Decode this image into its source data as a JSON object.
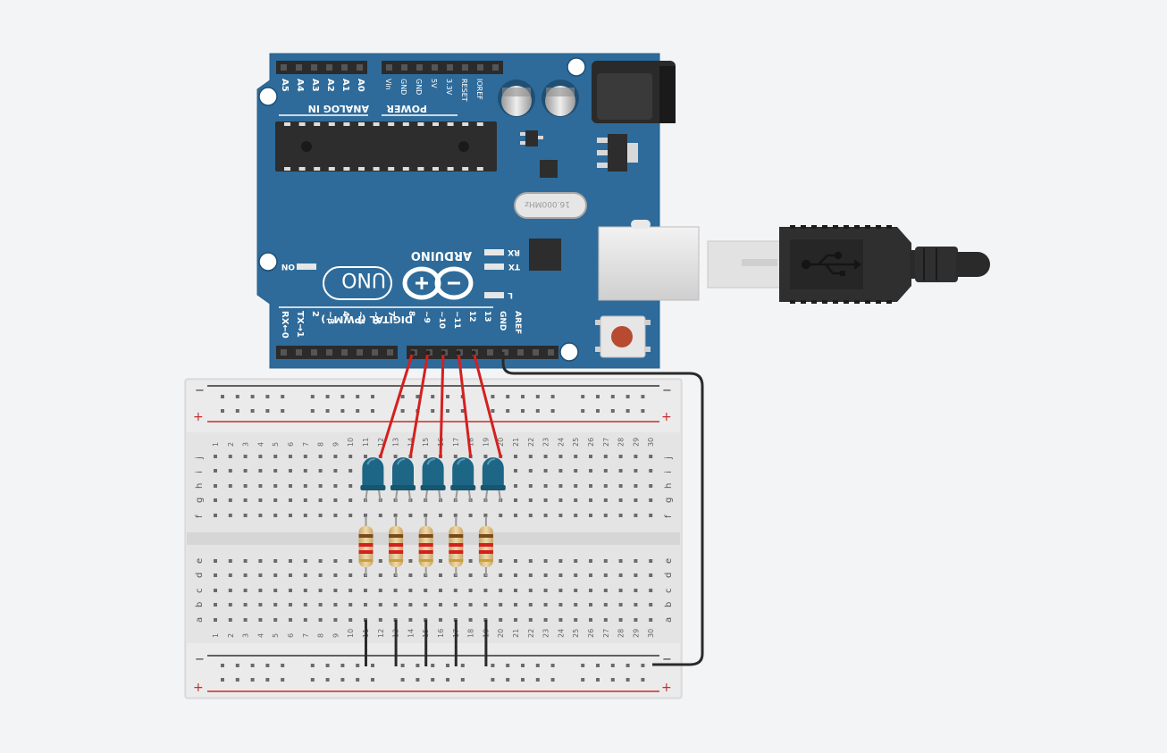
{
  "colors": {
    "background": "#f3f4f6",
    "board": "#2e6b9a",
    "board_dark": "#1f4f74",
    "breadboard": "#e6e6e6",
    "led": "#1d6685",
    "wire_signal": "#d42020",
    "wire_ground": "#2a2a2a",
    "rail_positive": "#c92c2c",
    "rail_negative": "#333333"
  },
  "arduino": {
    "brand": "ARDUINO",
    "model": "UNO",
    "analog_header_label": "ANALOG IN",
    "analog_pins": [
      "A5",
      "A4",
      "A3",
      "A2",
      "A1",
      "A0"
    ],
    "power_header_label": "POWER",
    "power_pins": [
      "Vin",
      "GND",
      "GND",
      "5V",
      "3.3V",
      "RESET",
      "IOREF"
    ],
    "digital_header_label": "DIGITAL (PWM~)",
    "digital_pins_low": [
      "RX←0",
      "TX→1",
      "2",
      "~3",
      "4",
      "~5",
      "~6",
      "7"
    ],
    "digital_pins_high": [
      "8",
      "~9",
      "~10",
      "~11",
      "12",
      "13",
      "GND",
      "AREF"
    ],
    "led_labels": [
      "RX",
      "TX",
      "L",
      "ON"
    ],
    "crystal_label": "16.000MHz",
    "usb_icon": "usb-icon",
    "reset_button": "reset-button"
  },
  "breadboard": {
    "minus_label": "−",
    "plus_label": "+",
    "upper_row_letters": [
      "j",
      "i",
      "h",
      "g",
      "f"
    ],
    "lower_row_letters": [
      "e",
      "d",
      "c",
      "b",
      "a"
    ],
    "column_numbers": [
      "1",
      "2",
      "3",
      "4",
      "5",
      "6",
      "7",
      "8",
      "9",
      "10",
      "11",
      "12",
      "13",
      "14",
      "15",
      "16",
      "17",
      "18",
      "19",
      "20",
      "21",
      "22",
      "23",
      "24",
      "25",
      "26",
      "27",
      "28",
      "29",
      "30"
    ]
  },
  "components": {
    "led_count": 5,
    "led_color_name": "blue",
    "resistor_count": 5,
    "signal_pins": [
      "8",
      "~9",
      "~10",
      "~11",
      "12"
    ],
    "ground_pin": "GND"
  }
}
